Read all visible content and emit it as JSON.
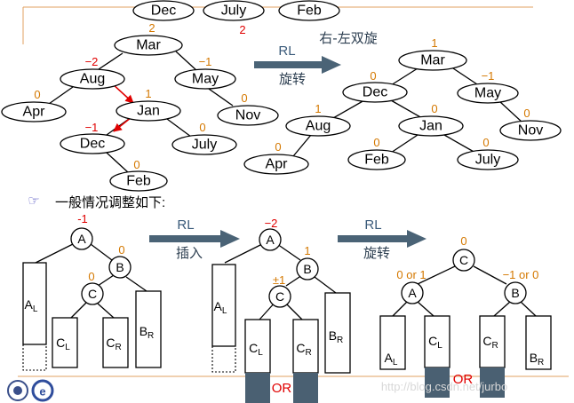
{
  "top_nodes": [
    "Dec",
    "July",
    "Feb"
  ],
  "top_badge": "2",
  "tree1": {
    "nodes": {
      "mar": {
        "label": "Mar",
        "bf": "2"
      },
      "aug": {
        "label": "Aug",
        "bf": "−2"
      },
      "may": {
        "label": "May",
        "bf": "−1"
      },
      "apr": {
        "label": "Apr",
        "bf": "0"
      },
      "jan": {
        "label": "Jan",
        "bf": "1"
      },
      "nov": {
        "label": "Nov",
        "bf": "0"
      },
      "dec": {
        "label": "Dec",
        "bf": "−1"
      },
      "july": {
        "label": "July",
        "bf": "0"
      },
      "feb": {
        "label": "Feb",
        "bf": "0"
      }
    }
  },
  "rotation1": {
    "code": "RL",
    "text": "旋转"
  },
  "title_right": "右-左双旋",
  "tree2": {
    "nodes": {
      "mar": {
        "label": "Mar",
        "bf": "1"
      },
      "dec": {
        "label": "Dec",
        "bf": "0"
      },
      "may": {
        "label": "May",
        "bf": "−1"
      },
      "aug": {
        "label": "Aug",
        "bf": "1"
      },
      "jan": {
        "label": "Jan",
        "bf": "0"
      },
      "nov": {
        "label": "Nov",
        "bf": "0"
      },
      "apr": {
        "label": "Apr",
        "bf": "0"
      },
      "feb": {
        "label": "Feb",
        "bf": "0"
      },
      "july": {
        "label": "July",
        "bf": "0"
      }
    }
  },
  "general_text": "一般情况调整如下:",
  "insert_arrow": {
    "code": "RL",
    "text": "插入"
  },
  "rotate_arrow": {
    "code": "RL",
    "text": "旋转"
  },
  "gen1": {
    "A_bf": "-1",
    "B_bf": "0",
    "C_bf": "0"
  },
  "gen2": {
    "A_bf": "−2",
    "B_bf": "1",
    "C_bf": "±1",
    "or_text": "OR"
  },
  "gen3": {
    "C_bf": "0",
    "A_bf": "0 or 1",
    "B_bf": "−1 or 0",
    "or_text": "OR"
  },
  "letters": {
    "A": "A",
    "B": "B",
    "C": "C"
  },
  "subtrees": {
    "AL": "A",
    "BR": "B",
    "CL": "C",
    "CR": "C",
    "sub_L": "L",
    "sub_R": "R"
  },
  "watermark": "http://blog.csdn.net/jurbo"
}
